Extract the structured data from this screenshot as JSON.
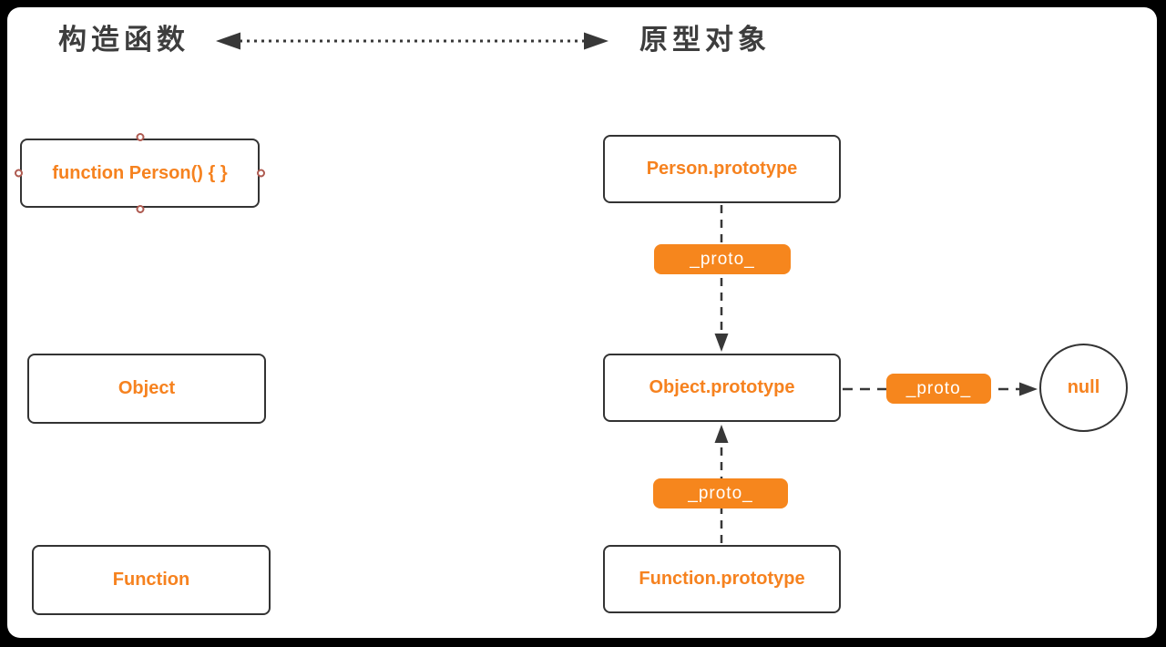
{
  "legend": {
    "left_title": "构造函数",
    "right_title": "原型对象"
  },
  "constructors": [
    {
      "label": "function Person() { }",
      "selected": true
    },
    {
      "label": "Object",
      "selected": false
    },
    {
      "label": "Function",
      "selected": false
    }
  ],
  "prototypes": [
    {
      "label": "Person.prototype"
    },
    {
      "label": "Object.prototype"
    },
    {
      "label": "Function.prototype"
    }
  ],
  "null_node": {
    "label": "null"
  },
  "edges": [
    {
      "label": "_proto_",
      "from": "Person.prototype",
      "to": "Object.prototype",
      "direction": "down"
    },
    {
      "label": "_proto_",
      "from": "Object.prototype",
      "to": "null",
      "direction": "right"
    },
    {
      "label": "_proto_",
      "from": "Function.prototype",
      "to": "Object.prototype",
      "direction": "up"
    }
  ],
  "colors": {
    "accent_orange": "#F6821F",
    "badge_background": "#F6861D",
    "badge_text": "#FFFFFF",
    "stroke_dark": "#383838",
    "handle_red": "#AE5A50",
    "canvas_background": "#FFFFFF",
    "frame_background": "#000000",
    "title_text": "#3D3D3D"
  }
}
